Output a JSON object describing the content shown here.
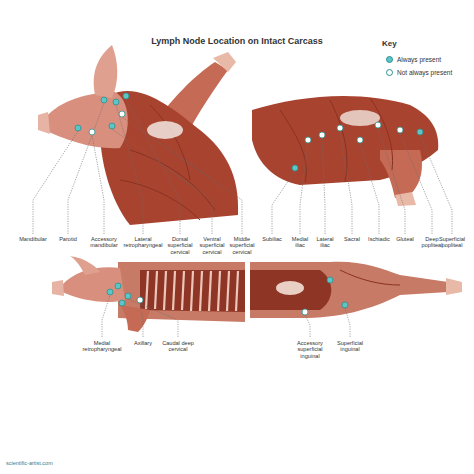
{
  "diagram": {
    "title": "Lymph Node Location on Intact Carcass",
    "labels": [
      "Key",
      "Mandibular",
      "Parotid",
      "Accessory mandibular",
      "Lateral retropharyngeal",
      "Dorsal superficial cervical",
      "Ventral superficial cervical",
      "Middle superficial cervical",
      "Subiliac",
      "Medial iliac",
      "Lateral iliac",
      "Sacral",
      "Ischiadic",
      "Gluteal",
      "Deep popliteal",
      "Superficial popliteal",
      "Medial retropharyngeal",
      "Axillary",
      "Caudal deep cervical",
      "Accessory superficial inguinal",
      "Superficial inguinal",
      "scientific-artist.com"
    ],
    "legend": [
      {
        "text": "Always present",
        "color": "#5cc6c6"
      },
      {
        "text": "Not always present"
      }
    ]
  }
}
